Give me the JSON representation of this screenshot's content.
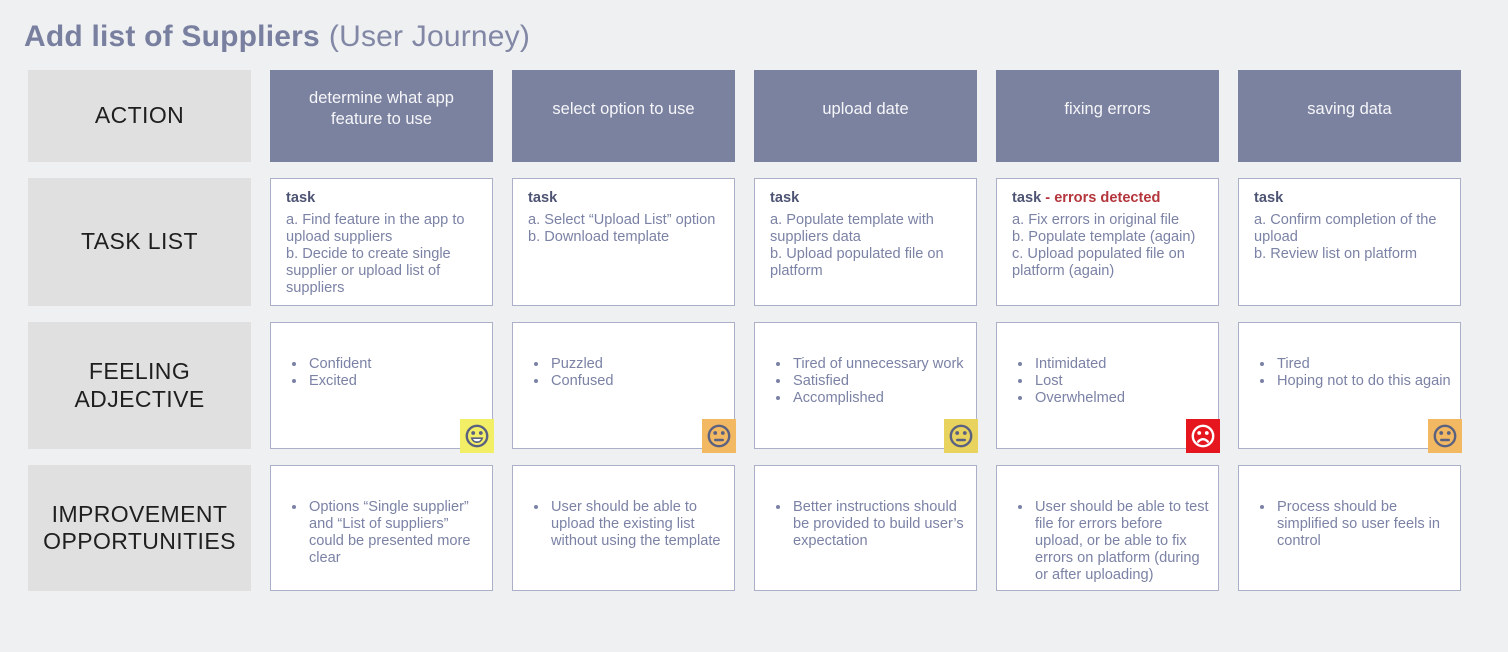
{
  "title": {
    "main": "Add list of Suppliers",
    "suffix": "(User Journey)"
  },
  "row_headers": [
    {
      "label": "ACTION"
    },
    {
      "label": "TASK LIST"
    },
    {
      "label": "FEELING ADJECTIVE"
    },
    {
      "label": "IMPROVEMENT OPPORTUNITIES"
    }
  ],
  "colors": {
    "page_bg": "#eff0f2",
    "title_text": "#787f9f",
    "row_header_bg": "#e0e0e0",
    "row_header_text": "#1f1f1f",
    "action_bg": "#7b82a0",
    "action_text": "#f6f6f9",
    "card_border": "#abafc7",
    "task_heading_text": "#4e5474",
    "error_heading_text": "#b4363c",
    "body_text": "#7b82a5",
    "emoji_face_stroke": "#5b6180",
    "emoji_sad_face_stroke": "#ffffff"
  },
  "columns": [
    {
      "action": "determine what app feature to use",
      "task": {
        "heading": "task",
        "heading_extra": "",
        "items": [
          "a. Find feature in the app to upload suppliers",
          "b. Decide to create single supplier or upload list of suppliers"
        ]
      },
      "feelings": [
        "Confident",
        "Excited"
      ],
      "emoji": {
        "icon": "happy-face",
        "bg": "#f2ee65"
      },
      "improvements": [
        "Options “Single supplier” and “List of suppliers” could be presented more clear"
      ]
    },
    {
      "action": "select option to use",
      "task": {
        "heading": "task",
        "heading_extra": "",
        "items": [
          "a. Select “Upload List” option",
          "b. Download template"
        ]
      },
      "feelings": [
        "Puzzled",
        "Confused"
      ],
      "emoji": {
        "icon": "neutral-face",
        "bg": "#f2b862"
      },
      "improvements": [
        "User should be able to upload the existing list without using the template"
      ]
    },
    {
      "action": "upload date",
      "task": {
        "heading": "task",
        "heading_extra": "",
        "items": [
          "a. Populate template with suppliers data",
          "b. Upload populated file on platform"
        ]
      },
      "feelings": [
        "Tired of unnecessary work",
        "Satisfied",
        "Accomplished"
      ],
      "emoji": {
        "icon": "neutral-face",
        "bg": "#e7d35e"
      },
      "improvements": [
        "Better instructions should be provided to build user’s expectation"
      ]
    },
    {
      "action": "fixing errors",
      "task": {
        "heading": "task",
        "heading_extra": " - errors detected",
        "items": [
          "a. Fix errors in original file",
          "b. Populate template (again)",
          "c. Upload populated file on platform (again)"
        ]
      },
      "feelings": [
        "Intimidated",
        "Lost",
        "Overwhelmed"
      ],
      "emoji": {
        "icon": "sad-face",
        "bg": "#e6161e"
      },
      "improvements": [
        "User should be able to test file for errors before upload, or be able to fix errors on platform (during or after uploading)"
      ]
    },
    {
      "action": "saving data",
      "task": {
        "heading": "task",
        "heading_extra": "",
        "items": [
          "a. Confirm completion of the upload",
          "b. Review list on platform"
        ]
      },
      "feelings": [
        "Tired",
        "Hoping not to do this again"
      ],
      "emoji": {
        "icon": "neutral-face",
        "bg": "#f2b862"
      },
      "improvements": [
        "Process should be simplified so user feels in control"
      ]
    }
  ]
}
